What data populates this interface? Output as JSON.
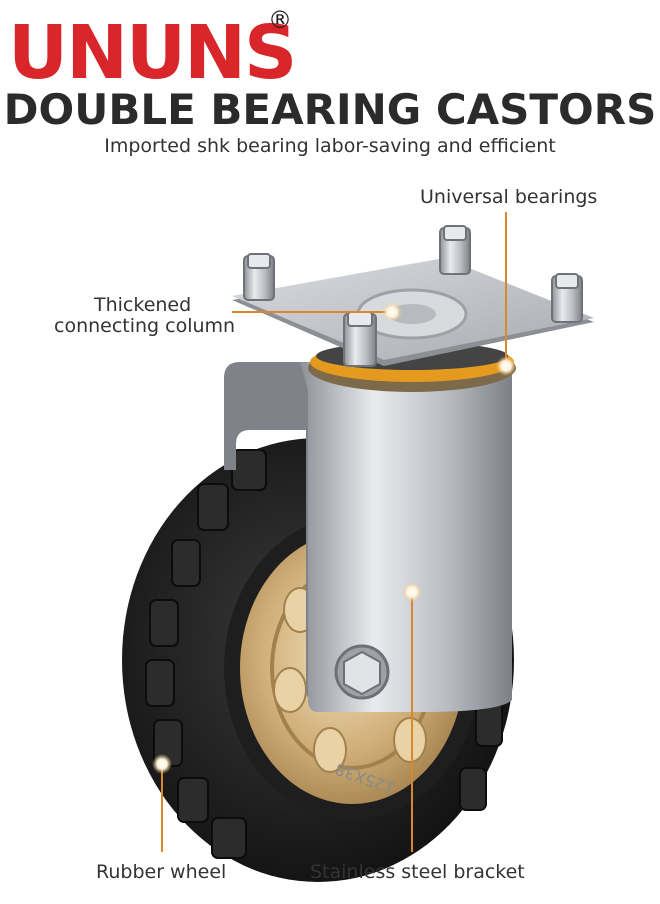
{
  "brand": {
    "logo_text": "UNUNS",
    "registered_mark": "®",
    "color": "#d8262b"
  },
  "headline": "DOUBLE BEARING CASTORS",
  "subheadline": "Imported shk bearing labor-saving and efficient",
  "callouts": {
    "universal_bearings": "Universal bearings",
    "column_line1": "Thickened",
    "column_line2": "connecting column",
    "rubber_wheel": "Rubber wheel",
    "bracket": "Stainless steel bracket"
  },
  "tire_marking": "125X38",
  "colors": {
    "accent_line": "#d8892e",
    "tire": "#1c1c1c",
    "hub": "#caa773",
    "steel": "#c9ccd0",
    "bearing_ring": "#e39a1f"
  }
}
